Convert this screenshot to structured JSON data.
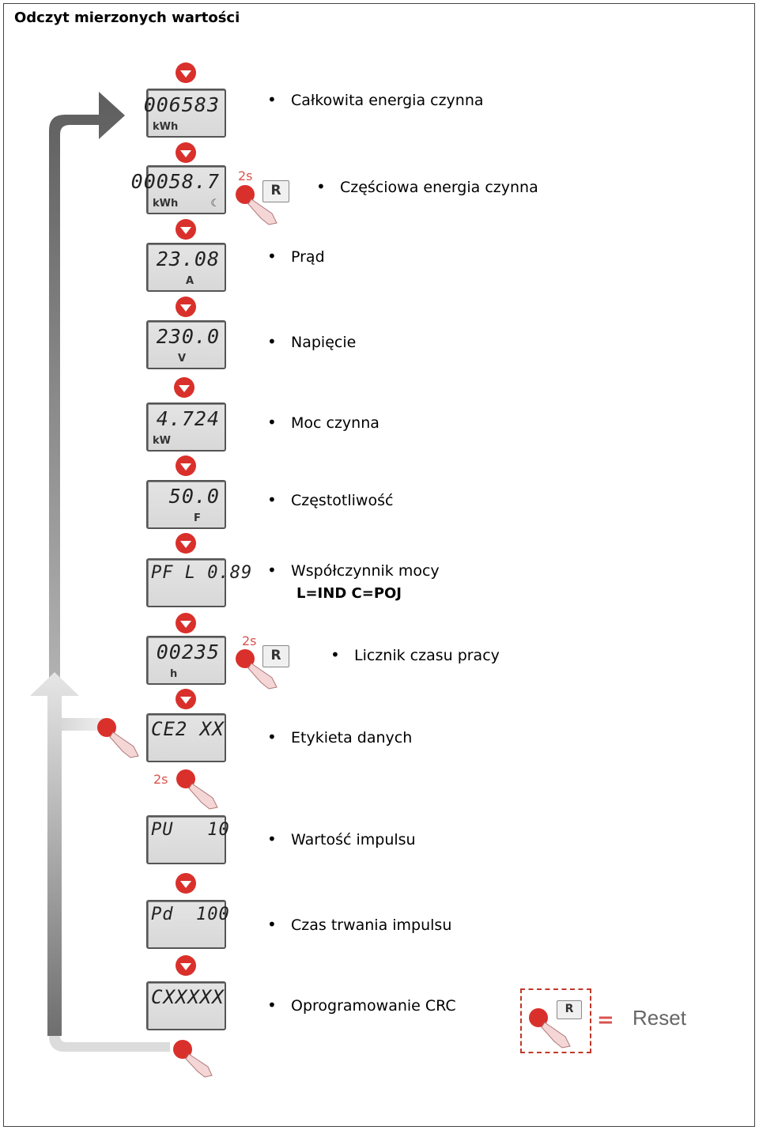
{
  "title": "Odczyt mierzonych wartości",
  "displays": [
    {
      "value": "006583",
      "unit": "kWh"
    },
    {
      "value": "00058.7",
      "unit": "kWh",
      "extra": "☾"
    },
    {
      "value": "23.08",
      "unit": "A"
    },
    {
      "value": "230.0",
      "unit": "V"
    },
    {
      "value": "4.724",
      "unit": "kW"
    },
    {
      "value": "50.0",
      "unit": "F"
    },
    {
      "value": "PF L 0.89",
      "unit": ""
    },
    {
      "value": "00235",
      "unit": "h"
    },
    {
      "value": "CE2 XX",
      "unit": ""
    },
    {
      "value": "PU   10",
      "unit": ""
    },
    {
      "value": "Pd  100",
      "unit": ""
    },
    {
      "value": "CXXXXX",
      "unit": ""
    }
  ],
  "labels": {
    "l0": "Całkowita energia czynna",
    "l1": "Częściowa energia czynna",
    "l2": "Prąd",
    "l3": "Napięcie",
    "l4": "Moc czynna",
    "l5": "Częstotliwość",
    "l6": "Współczynnik mocy",
    "l6_sub": "L=IND  C=POJ",
    "l7": "Licznik czasu pracy",
    "l8": "Etykieta danych",
    "l9": "Wartość impulsu",
    "l10": "Czas trwania impulsu",
    "l11": "Oprogramowanie CRC"
  },
  "bullet_char": "•",
  "hold_label": "2s",
  "r_button": "R",
  "legend": {
    "eq": "=",
    "reset": "Reset"
  },
  "colors": {
    "accent": "#d9302b",
    "arrow": "#6e6e6e",
    "lcd": "#dcdcdc"
  }
}
